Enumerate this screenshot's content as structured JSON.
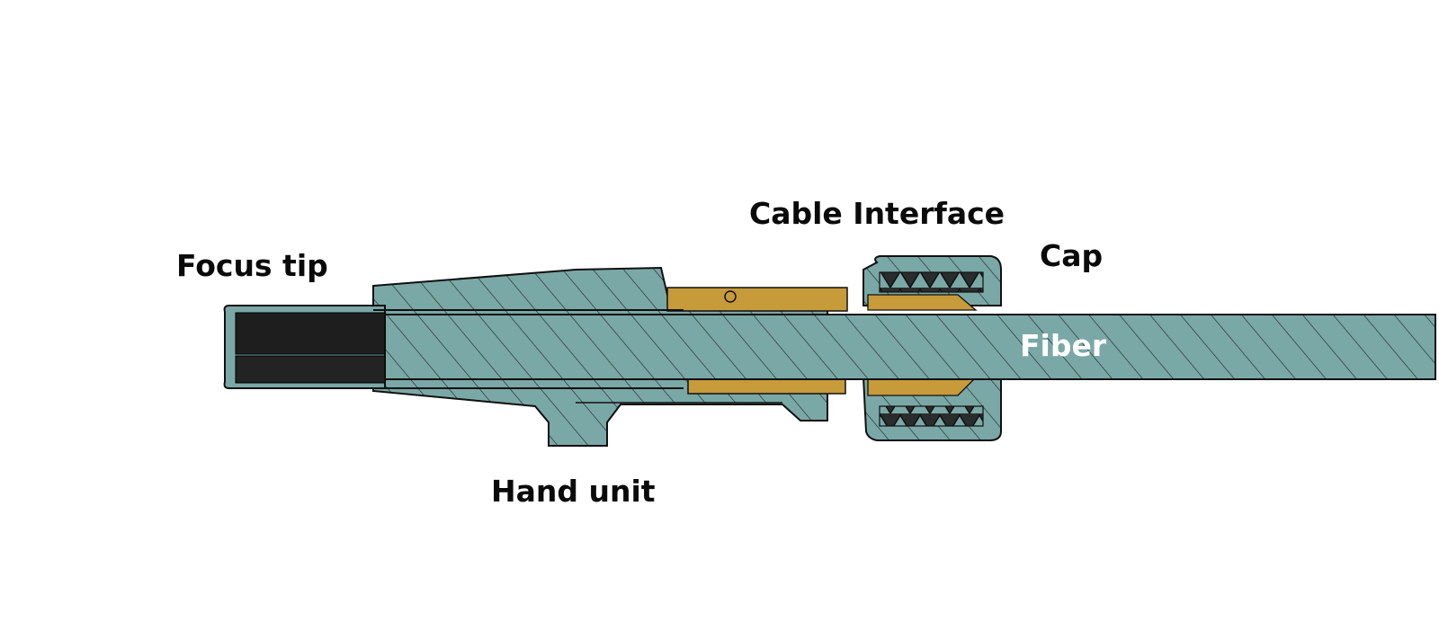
{
  "labels": {
    "focus_tip": "Focus tip",
    "cable_interface": "Cable Interface",
    "cap": "Cap",
    "fiber": "Fiber",
    "hand_unit": "Hand unit"
  },
  "colors": {
    "background": "#ffffff",
    "teal_body": "#7aa8a6",
    "brass": "#c79a3a",
    "dark_tip": "#1e1e1e",
    "outline": "#101010",
    "hatch": "#1b2a2a"
  }
}
